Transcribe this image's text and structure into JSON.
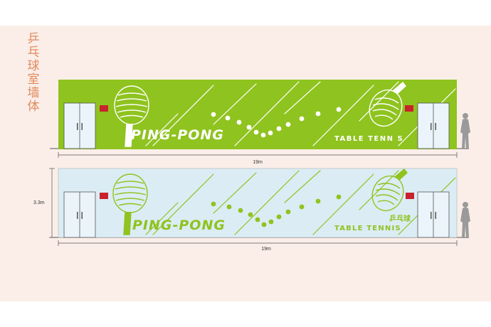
{
  "title": "乒乓球室墙体",
  "panel_top": {
    "main_text": "PING-PONG",
    "sub_text": "TABLE TENN S",
    "width_label": "19m",
    "wall_color": "#8fc31f"
  },
  "panel_bottom": {
    "main_text": "PING-PONG",
    "sub_text": "TABLE TENNIS",
    "cn_text": "乒乓球",
    "width_label": "19m",
    "height_label": "3.3m",
    "wall_color": "#dcecf4",
    "accent_color": "#8fc31f"
  },
  "colors": {
    "background": "#fbeee9",
    "title": "#e08a5a",
    "sign": "#c8232c"
  },
  "icons": [
    "door-icon",
    "fire-alarm-sign-icon",
    "paddle-icon",
    "ball-icon",
    "person-silhouette-icon"
  ]
}
